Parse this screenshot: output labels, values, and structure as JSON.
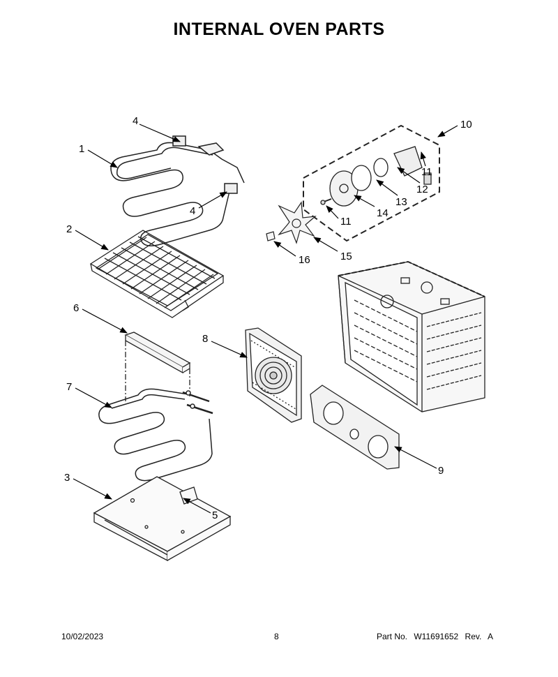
{
  "title": "INTERNAL OVEN PARTS",
  "callouts": {
    "c1": "1",
    "c2": "2",
    "c3": "3",
    "c4a": "4",
    "c4b": "4",
    "c5": "5",
    "c6": "6",
    "c7": "7",
    "c8": "8",
    "c9": "9",
    "c10": "10",
    "c11a": "11",
    "c11b": "11",
    "c12": "12",
    "c13": "13",
    "c14": "14",
    "c15": "15",
    "c16": "16"
  },
  "footer": {
    "date": "10/02/2023",
    "page": "8",
    "part_label": "Part No.",
    "part_number": "W11691652",
    "rev_label": "Rev.",
    "rev": "A"
  }
}
